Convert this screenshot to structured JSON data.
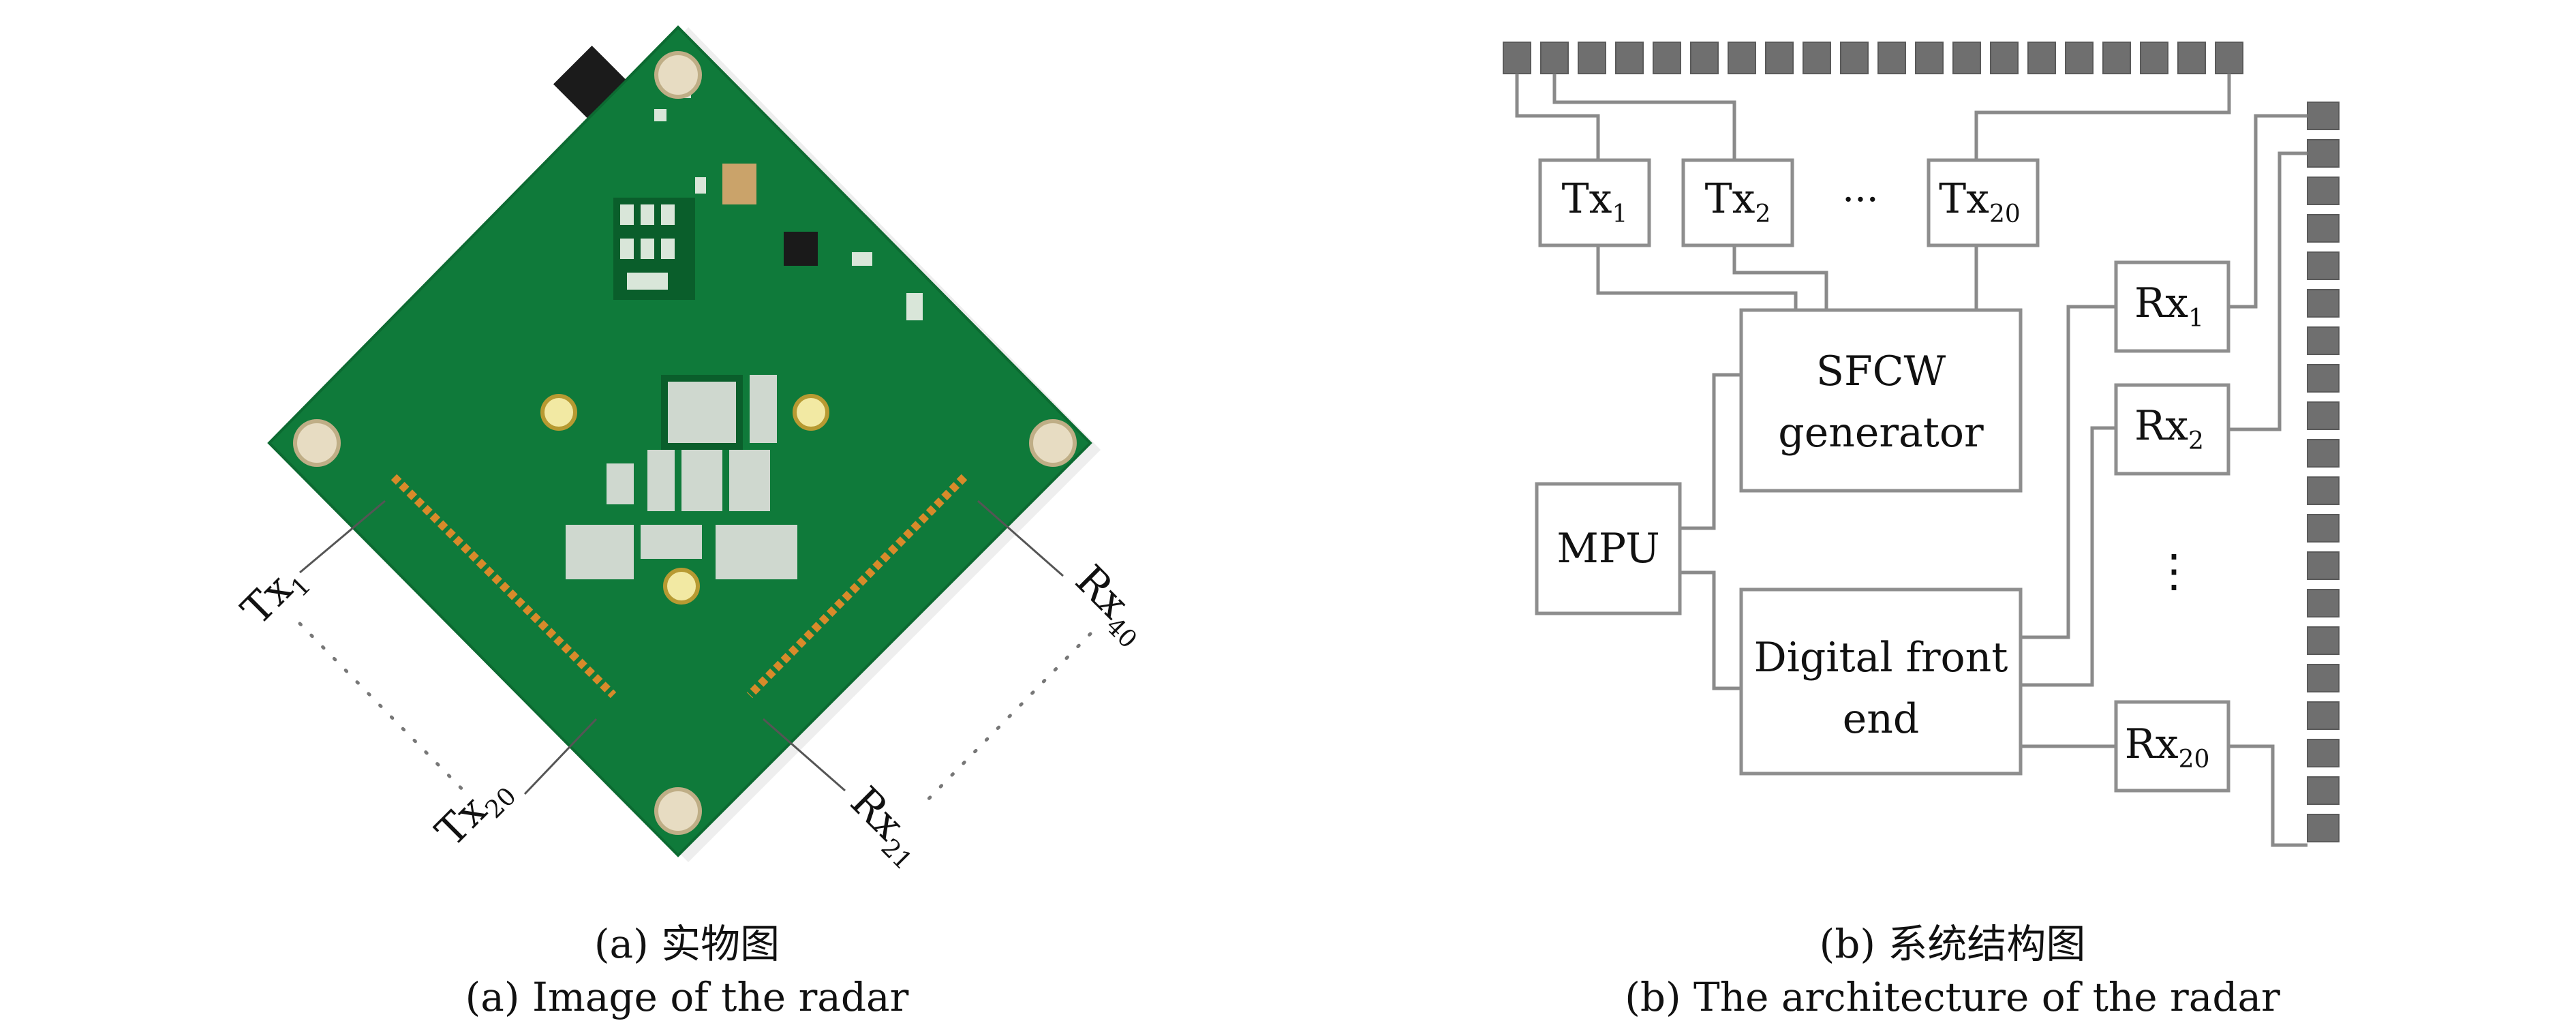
{
  "photo": {
    "labels": {
      "tx1": {
        "main": "Tx",
        "sub": "1"
      },
      "tx20": {
        "main": "Tx",
        "sub": "20"
      },
      "rx21": {
        "main": "Rx",
        "sub": "21"
      },
      "rx40": {
        "main": "Rx",
        "sub": "40"
      }
    },
    "caption_cn": "(a) 实物图",
    "caption_en": "(a) Image of the radar"
  },
  "architecture": {
    "tx1": {
      "main": "Tx",
      "sub": "1"
    },
    "tx2": {
      "main": "Tx",
      "sub": "2"
    },
    "tx_ellipsis": "···",
    "tx20": {
      "main": "Tx",
      "sub": "20"
    },
    "sfcw_line1": "SFCW",
    "sfcw_line2": "generator",
    "mpu": "MPU",
    "dfe_line1": "Digital front",
    "dfe_line2": "end",
    "rx1": {
      "main": "Rx",
      "sub": "1"
    },
    "rx2": {
      "main": "Rx",
      "sub": "2"
    },
    "rx_ellipsis": "⋮",
    "rx20": {
      "main": "Rx",
      "sub": "20"
    },
    "caption_cn": "(b) 系统结构图",
    "caption_en": "(b) The architecture of the radar"
  },
  "colors": {
    "pcb_green": "#0f7a3a",
    "pcb_dark": "#0a5e2b",
    "antenna_copper": "#d88a2a",
    "box_stroke": "#8e8e8e",
    "antenna_fill": "#6f6f6f"
  }
}
